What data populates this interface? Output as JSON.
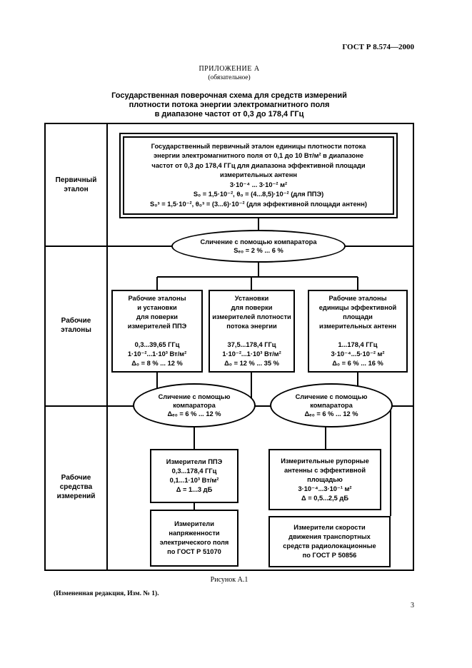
{
  "header": {
    "doc_number": "ГОСТ Р 8.574—2000",
    "appendix": "ПРИЛОЖЕНИЕ А",
    "appendix_note": "(обязательное)",
    "title": "Государственная поверочная схема для средств измерений\nплотности потока энергии электромагнитного поля\nв диапазоне частот от 0,3 до 178,4 ГГц"
  },
  "sections": {
    "primary_label": "Первичный\nэталон",
    "working_standards_label": "Рабочие\nэталоны",
    "working_instruments_label": "Рабочие\nсредства\nизмерений"
  },
  "diagram": {
    "primary_standard": "Государственный первичный эталон единицы плотности потока\nэнергии электромагнитного поля от 0,1 до 10 Вт/м² в диапазоне\nчастот от 0,3 до 178,4 ГГц для диапазона эффективной площади\nизмерительных антенн\n3·10⁻⁴ ... 3·10⁻² м²\nS₀ = 1,5·10⁻², θ₀ = (4...8,5)·10⁻² (для ППЭ)\nS₀ᵌ = 1,5·10⁻², θ₀ᵌ = (3...6)·10⁻² (для эффективной площади антенн)",
    "comparison_top": "Сличение с помощью компаратора\nSₑ₀ = 2 % ... 6 %",
    "standard_box1": "Рабочие эталоны\nи установки\nдля поверки\nизмерителей ППЭ\n\n0,3...39,65 ГГц\n1·10⁻²...1·10³ Вт/м²\nΔ₀ = 8 % ... 12 %",
    "standard_box2": "Установки\nдля поверки\nизмерителей плотности\nпотока энергии\n\n37,5...178,4 ГГц\n1·10⁻²...1·10³ Вт/м²\nΔ₀ = 12 % ... 35 %",
    "standard_box3": "Рабочие эталоны\nединицы эффективной\nплощади\nизмерительных антенн\n\n1...178,4 ГГц\n3·10⁻⁴...5·10⁻² м²\nΔ₀ = 6 % ... 16 %",
    "comparison_left": "Сличение с помощью\nкомпаратора\nΔₑ₀ = 6 % ... 12 %",
    "comparison_right": "Сличение с помощью\nкомпаратора\nΔₑ₀ = 6 % ... 12 %",
    "meter_ppe": "Измерители ППЭ\n0,3...178,4 ГГц\n0,1...1·10³ Вт/м²\nΔ = 1...3 дБ",
    "horn_antennas": "Измерительные рупорные\nантенны с эффективной\nплощадью\n3·10⁻⁴...3·10⁻¹ м²\nΔ = 0,5...2,5 дБ",
    "field_meters": "Измерители\nнапряженности\nэлектрического поля\nпо ГОСТ Р 51070",
    "radar_meters": "Измерители скорости\nдвижения транспортных\nсредств радиолокационные\nпо ГОСТ Р 50856"
  },
  "footer": {
    "figure_caption": "Рисунок А.1",
    "revision_note": "(Измененная редакция, Изм. № 1).",
    "page_number": "3"
  }
}
